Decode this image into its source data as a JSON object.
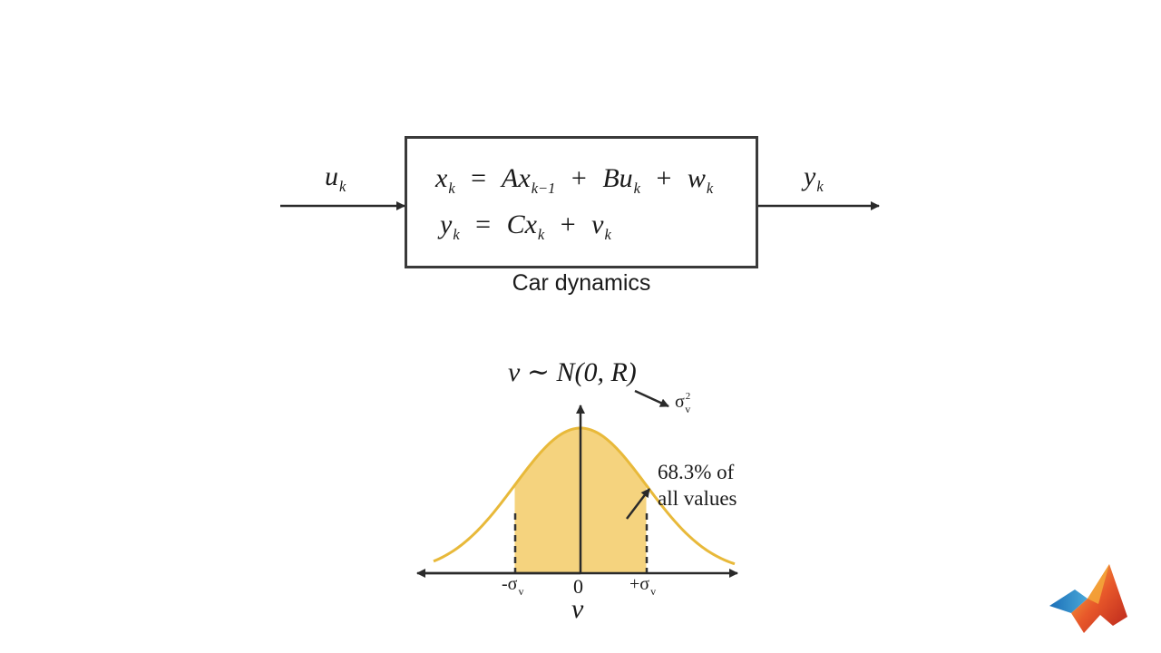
{
  "block": {
    "label": "Car dynamics",
    "state_equation": {
      "lhs": "x",
      "lhs_sub": "k",
      "eq": "=",
      "t1": "Ax",
      "t1_sub": "k−1",
      "plus1": "+",
      "t2": "Bu",
      "t2_sub": "k",
      "plus2": "+",
      "t3": "w",
      "t3_sub": "k"
    },
    "measurement_equation": {
      "lhs": "y",
      "lhs_sub": "k",
      "eq": "=",
      "t1": "Cx",
      "t1_sub": "k",
      "plus1": "+",
      "t2": "v",
      "t2_sub": "k"
    }
  },
  "input": {
    "symbol": "u",
    "sub": "k"
  },
  "output": {
    "symbol": "y",
    "sub": "k"
  },
  "distribution": {
    "title": "v ∼ N(0, R)",
    "variance_symbol": "σ",
    "variance_sup": "2",
    "variance_sub": "v",
    "annotation_line1": "68.3% of",
    "annotation_line2": "all values",
    "tick_neg": "-σ",
    "tick_neg_sub": "v",
    "tick_zero": "0",
    "tick_pos": "+σ",
    "tick_pos_sub": "v",
    "axis_label": "v",
    "fill_color": "#f5d37e",
    "curve_color": "#e8b93a"
  },
  "icons": {
    "logo": "matlab-membrane-logo"
  }
}
